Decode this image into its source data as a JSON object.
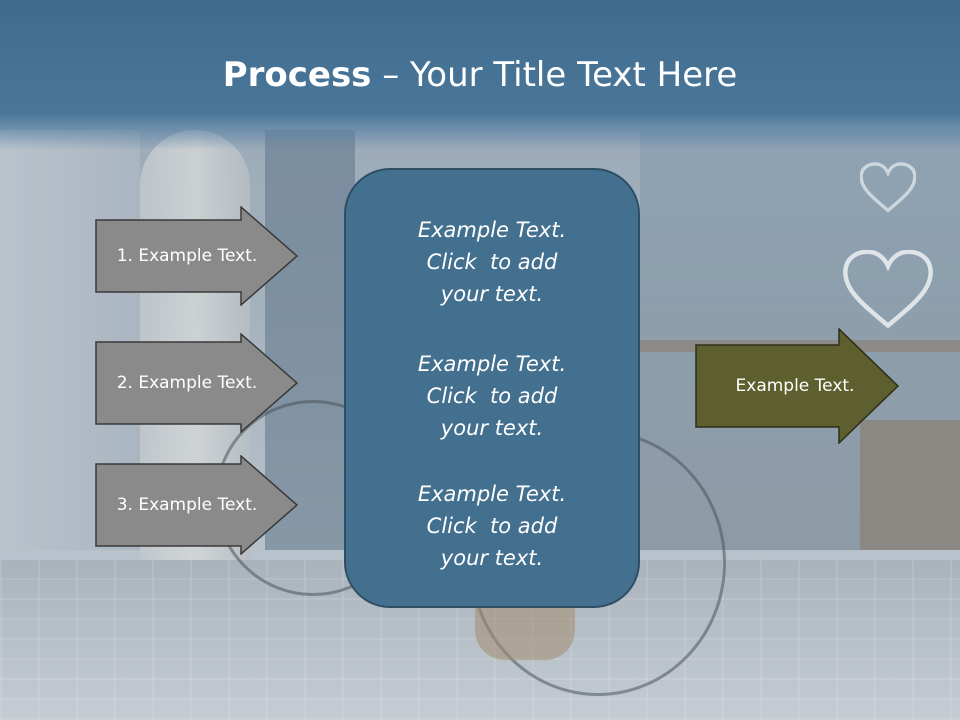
{
  "slide": {
    "title": {
      "bold": "Process",
      "rest": " – Your Title Text Here"
    },
    "left_arrows": [
      {
        "label": "1. Example Text."
      },
      {
        "label": "2. Example Text."
      },
      {
        "label": "3. Example Text."
      }
    ],
    "center_box": {
      "paragraphs": [
        {
          "lines": [
            "Example Text.",
            "Click  to add",
            "your text."
          ]
        },
        {
          "lines": [
            "Example Text.",
            "Click  to add",
            "your text."
          ]
        },
        {
          "lines": [
            "Example Text.",
            "Click  to add",
            "your text."
          ]
        }
      ]
    },
    "right_arrow": {
      "label": "Example Text."
    }
  },
  "colors": {
    "title_bar": "#4a7699",
    "center_box": "#44708f",
    "left_arrow_fill": "#8a8a8a",
    "right_arrow_fill": "#5e5f2e",
    "text": "#ffffff"
  }
}
